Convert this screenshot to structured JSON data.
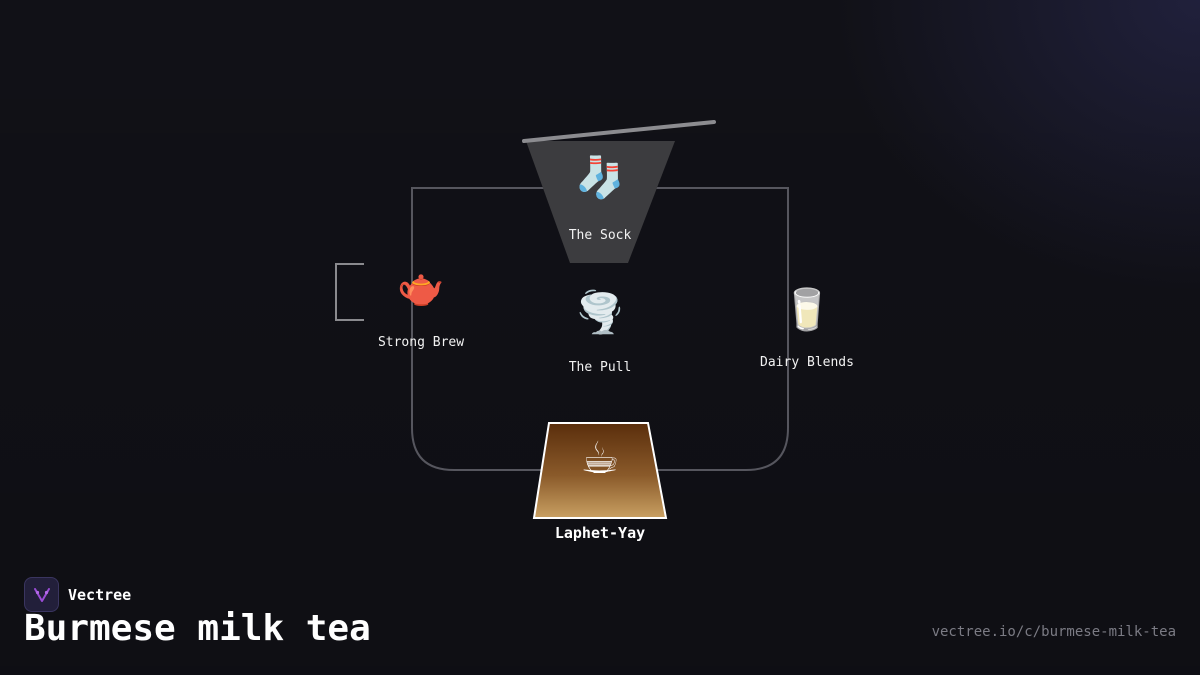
{
  "diagram": {
    "nodes": [
      {
        "id": "sock",
        "label": "The Sock",
        "icon": "socks-icon",
        "glyph": "🧦"
      },
      {
        "id": "strong-brew",
        "label": "Strong Brew",
        "icon": "teapot-icon",
        "glyph": "🫖"
      },
      {
        "id": "pull",
        "label": "The Pull",
        "icon": "tornado-icon",
        "glyph": "🌪️"
      },
      {
        "id": "dairy",
        "label": "Dairy Blends",
        "icon": "milk-glass-icon",
        "glyph": "🥛"
      },
      {
        "id": "final",
        "label": "Laphet-Yay",
        "icon": "hot-beverage-icon",
        "glyph": "☕"
      }
    ],
    "colors": {
      "line": "#5a5a62",
      "filter_cone": "#3b3b3e",
      "handle": "#8a8a8e",
      "cup_top": "#5a2e0c",
      "cup_bottom": "#c79a5c",
      "cup_border": "#ffffff"
    }
  },
  "brand": {
    "name": "Vectree",
    "logo_icon": "vectree-logo-icon",
    "logo_color": "#9a4cd6"
  },
  "page": {
    "title": "Burmese milk tea",
    "url": "vectree.io/c/burmese-milk-tea"
  }
}
